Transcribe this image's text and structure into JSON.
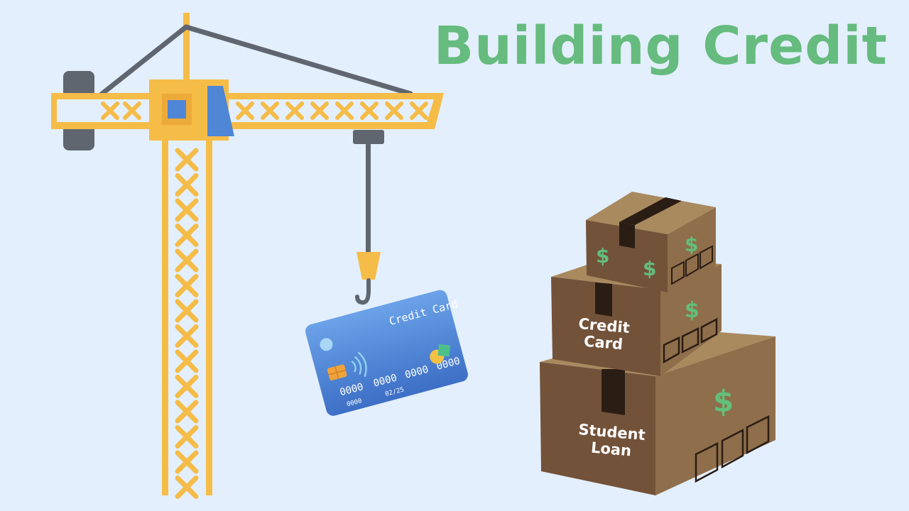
{
  "title": "Building Credit",
  "card": {
    "label": "Credit Card",
    "number_parts": [
      "0000",
      "0000",
      "0000",
      "0000"
    ],
    "number_sub": "0000",
    "expiry": "02/25"
  },
  "boxes": {
    "top": {
      "dollar_signs": [
        "$",
        "$",
        "$"
      ]
    },
    "middle": {
      "line1": "Credit",
      "line2": "Card",
      "dollar_sign": "$"
    },
    "bottom": {
      "line1": "Student",
      "line2": "Loan",
      "dollar_sign": "$"
    }
  },
  "colors": {
    "background": "#e3effc",
    "title": "#66bb7e",
    "crane": "#f6bc48",
    "crane_dark": "#5f6670",
    "card_blue": "#4f86d6",
    "box_front": "#73523a",
    "box_side": "#8f6e4b",
    "box_top": "#a98a5f",
    "tape": "#2a1d14",
    "dollar": "#62bf7a"
  }
}
